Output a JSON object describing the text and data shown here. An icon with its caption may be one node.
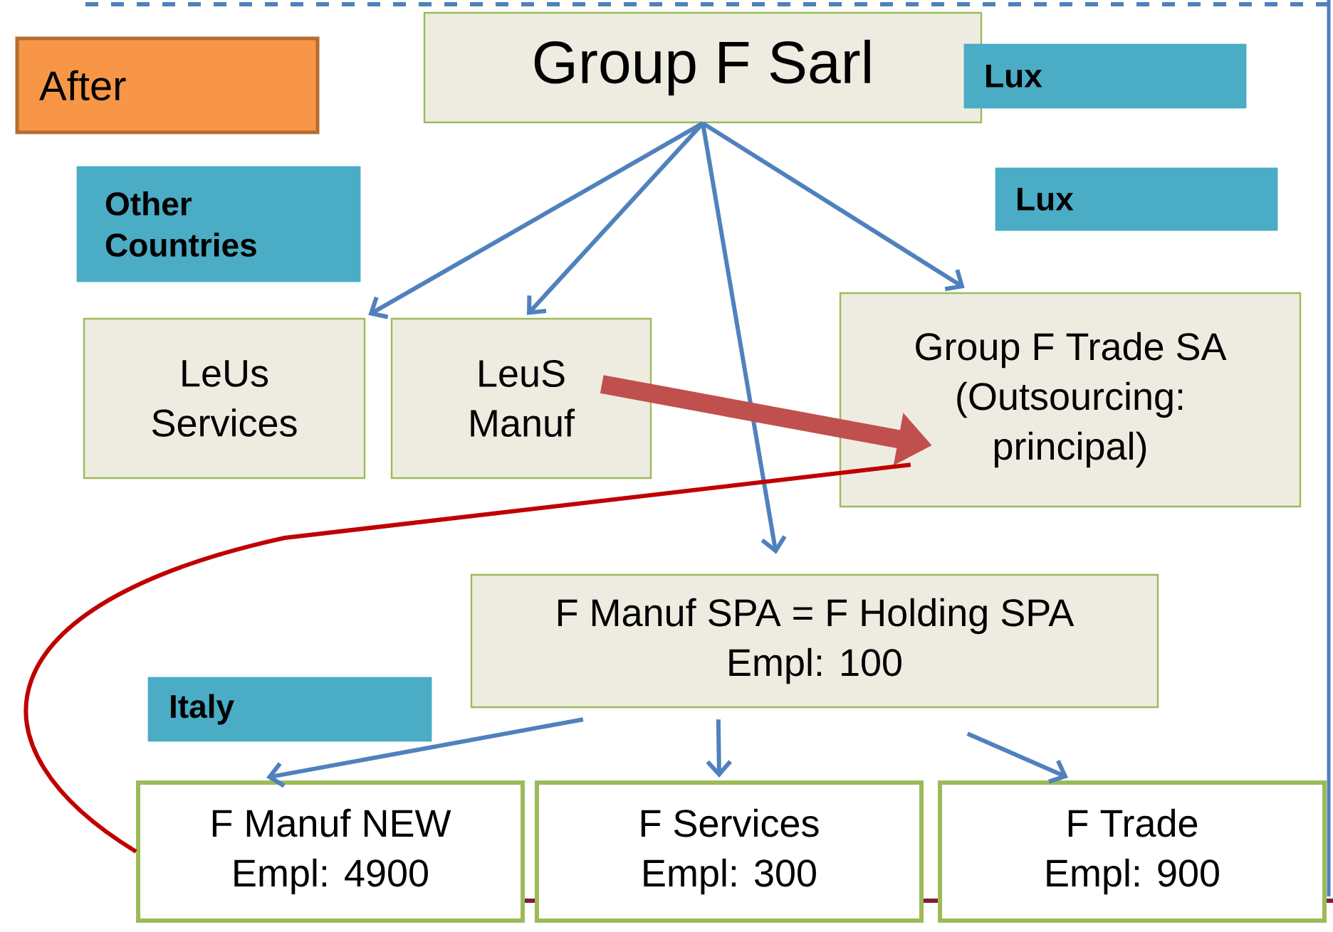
{
  "diagram": {
    "nodes": [
      {
        "text": [
          "After"
        ]
      },
      {
        "text": [
          "Group F Sarl"
        ]
      },
      {
        "text": [
          "Lux"
        ]
      },
      {
        "text": [
          "Other Countries"
        ]
      },
      {
        "text": [
          "Lux"
        ]
      },
      {
        "text": [
          "LeUs Services"
        ]
      },
      {
        "text": [
          "LeuS Manuf"
        ]
      },
      {
        "text": [
          "Group F Trade SA (Outsourcing: principal)"
        ]
      },
      {
        "text": [
          "F Manuf SPA = F Holding SPA",
          "Empl: 100"
        ]
      },
      {
        "text": [
          "Italy"
        ]
      },
      {
        "text": [
          "F Manuf NEW",
          "Empl: 4900"
        ]
      },
      {
        "text": [
          "F Services",
          "Empl: 300"
        ]
      },
      {
        "text": [
          "F Trade",
          "Empl: 900"
        ]
      }
    ],
    "edges": [
      {
        "from": 1,
        "to": 5,
        "arrow": "to"
      },
      {
        "from": 1,
        "to": 6,
        "arrow": "to"
      },
      {
        "from": 1,
        "to": 8,
        "arrow": "to"
      },
      {
        "from": 1,
        "to": 7,
        "arrow": "to"
      },
      {
        "from": 6,
        "to": 7,
        "arrow": "to",
        "style": "thick",
        "color": "#c0504d"
      },
      {
        "from": 10,
        "to": 7,
        "arrow": "none",
        "color": "#c00000"
      },
      {
        "from": 8,
        "to": 10,
        "arrow": "to"
      },
      {
        "from": 8,
        "to": 11,
        "arrow": "to"
      },
      {
        "from": 8,
        "to": 12,
        "arrow": "to"
      }
    ]
  }
}
